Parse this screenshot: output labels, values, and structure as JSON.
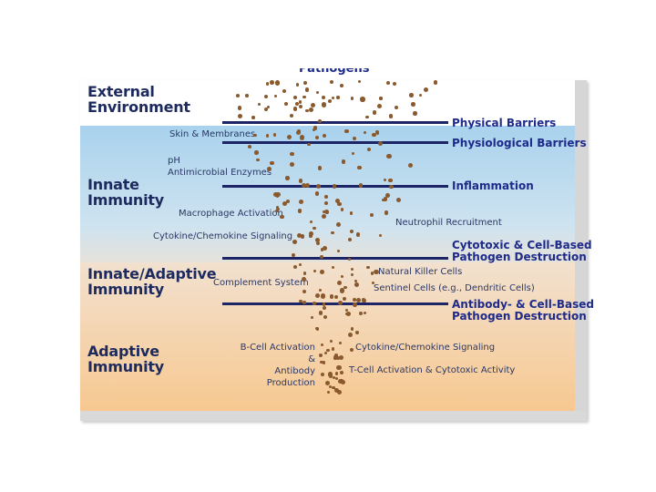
{
  "title_partial": "Pathogens",
  "zones": [
    {
      "key": "external",
      "label": "External\nEnvironment"
    },
    {
      "key": "innate",
      "label": "Innate\nImmunity"
    },
    {
      "key": "innate_adaptive",
      "label": "Innate/Adaptive\nImmunity"
    },
    {
      "key": "adaptive",
      "label": "Adaptive\nImmunity"
    }
  ],
  "barriers": [
    {
      "label": "Physical Barriers"
    },
    {
      "label": "Physiological Barriers"
    },
    {
      "label": "Inflammation"
    },
    {
      "label": "Cytotoxic & Cell-Based\nPathogen Destruction"
    },
    {
      "label": "Antibody- & Cell-Based\nPathogen Destruction"
    }
  ],
  "left_items": [
    "Skin & Membranes",
    "pH\nAntimicrobial Enzymes",
    "Macrophage Activation",
    "Cytokine/Chemokine Signaling",
    "Complement System",
    "B-Cell Activation &\nAntibody Production"
  ],
  "right_items": [
    "Neutrophil Recruitment",
    "Natural Killer Cells",
    "Sentinel Cells (e.g., Dendritic Cells)",
    "Cytokine/Chemokine Signaling",
    "T-Cell Activation & Cytotoxic Activity"
  ],
  "colors": {
    "external_bg": "#ffffff",
    "innate_bg_top": "#a9d2ee",
    "innate_bg_bottom": "#d8e4ea",
    "adaptive_bg_top": "#f5dcc0",
    "adaptive_bg_bottom": "#f7c68e",
    "bar": "#1e2566",
    "pathogen": "#8a5a2e",
    "zone_text": "#1d2a5e",
    "barrier_text": "#1e2b8a"
  }
}
